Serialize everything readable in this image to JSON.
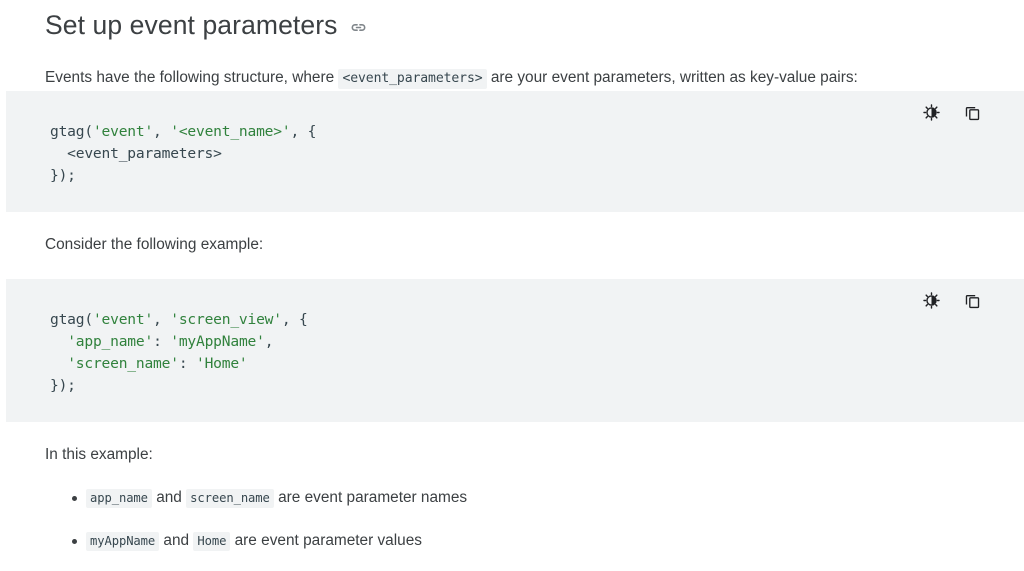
{
  "heading": {
    "title": "Set up event parameters",
    "anchor_icon": "link-icon"
  },
  "intro_paragraph": {
    "before": "Events have the following structure, where",
    "code": "<event_parameters>",
    "after": "are your event parameters, written as key-value pairs:"
  },
  "code_block_1": {
    "toolbar": {
      "theme_icon": "contrast-icon",
      "copy_icon": "copy-icon"
    },
    "lines": [
      [
        {
          "t": "gtag(",
          "c": "punc"
        },
        {
          "t": "'event'",
          "c": "str"
        },
        {
          "t": ", ",
          "c": "punc"
        },
        {
          "t": "'<event_name>'",
          "c": "str"
        },
        {
          "t": ", {",
          "c": "punc"
        }
      ],
      [
        {
          "t": "  <event_parameters>",
          "c": "punc"
        }
      ],
      [
        {
          "t": "});",
          "c": "punc"
        }
      ]
    ]
  },
  "mid_paragraph": {
    "text": "Consider the following example:"
  },
  "code_block_2": {
    "toolbar": {
      "theme_icon": "contrast-icon",
      "copy_icon": "copy-icon"
    },
    "lines": [
      [
        {
          "t": "gtag(",
          "c": "punc"
        },
        {
          "t": "'event'",
          "c": "str"
        },
        {
          "t": ", ",
          "c": "punc"
        },
        {
          "t": "'screen_view'",
          "c": "str"
        },
        {
          "t": ", {",
          "c": "punc"
        }
      ],
      [
        {
          "t": "  ",
          "c": "punc"
        },
        {
          "t": "'app_name'",
          "c": "str"
        },
        {
          "t": ": ",
          "c": "punc"
        },
        {
          "t": "'myAppName'",
          "c": "str"
        },
        {
          "t": ",",
          "c": "punc"
        }
      ],
      [
        {
          "t": "  ",
          "c": "punc"
        },
        {
          "t": "'screen_name'",
          "c": "str"
        },
        {
          "t": ": ",
          "c": "punc"
        },
        {
          "t": "'Home'",
          "c": "str"
        }
      ],
      [
        {
          "t": "});",
          "c": "punc"
        }
      ]
    ]
  },
  "example_section": {
    "lead": "In this example:",
    "bullets": [
      {
        "code1": "app_name",
        "mid": "and",
        "code2": "screen_name",
        "tail": "are event parameter names"
      },
      {
        "code1": "myAppName",
        "mid": "and",
        "code2": "Home",
        "tail": "are event parameter values"
      }
    ]
  },
  "colors": {
    "code_background": "#f1f3f4",
    "string_token": "#31823d",
    "text": "#3c4043",
    "chip_background": "#f1f3f4"
  }
}
